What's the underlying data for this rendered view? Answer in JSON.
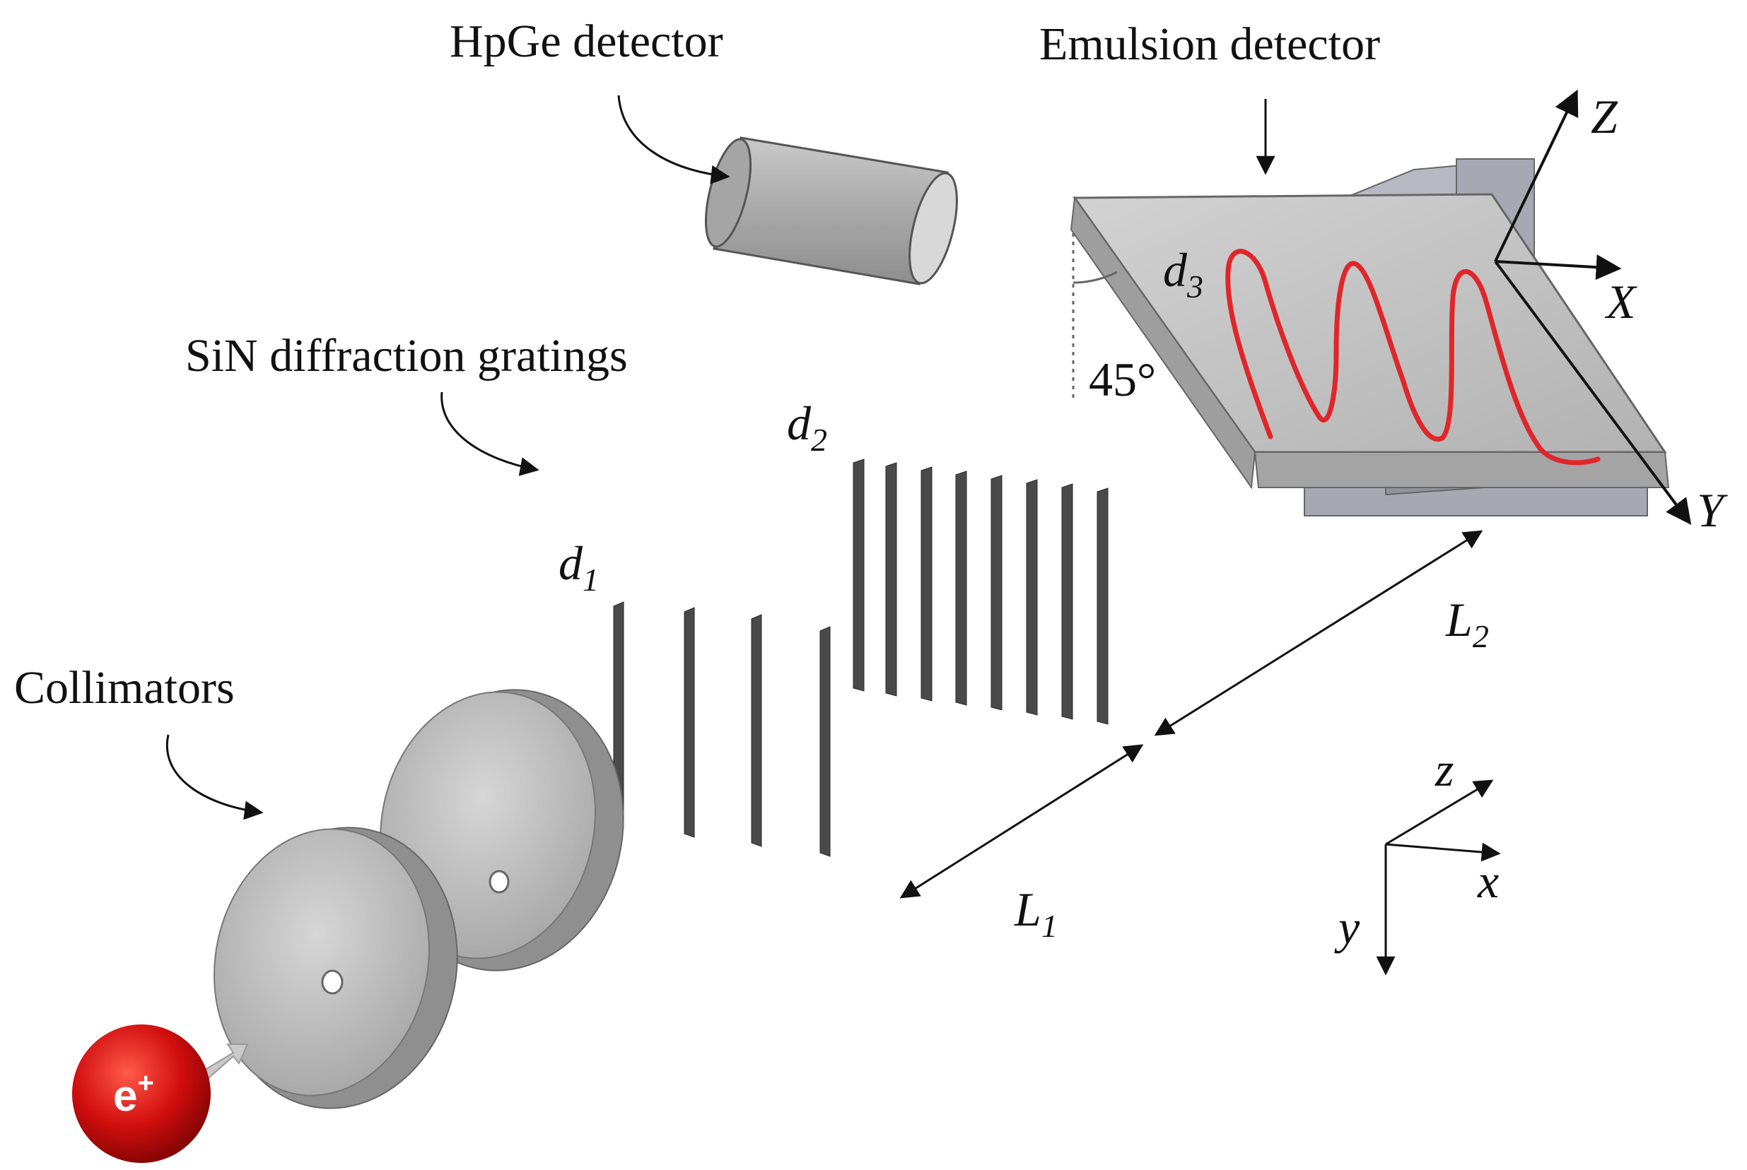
{
  "labels": {
    "hpge": "HpGe detector",
    "emulsion": "Emulsion detector",
    "gratings": "SiN diffraction gratings",
    "collimators": "Collimators",
    "angle": "45°"
  },
  "symbols": {
    "d": "d",
    "d1_sub": "1",
    "d2_sub": "2",
    "d3_sub": "3",
    "L": "L",
    "L1_sub": "1",
    "L2_sub": "2",
    "Z": "Z",
    "X": "X",
    "Y": "Y",
    "z": "z",
    "x": "x",
    "y": "y",
    "positron": "e",
    "positron_sup": "+"
  },
  "colors": {
    "track": "#e0262a",
    "positron": "#d40d0d",
    "metal": "#b9b9b9",
    "grating": "#4a4a4a"
  }
}
